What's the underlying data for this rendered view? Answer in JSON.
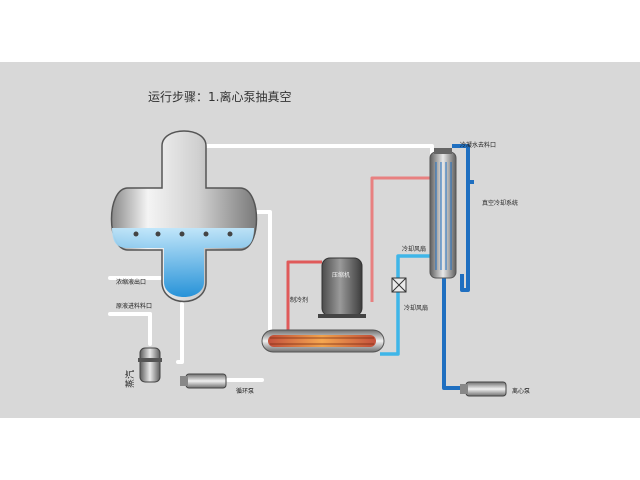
{
  "step_title": "运行步骤：1.离心泵抽真空",
  "labels": {
    "cooling_water_inlet": "冷凝水去料口",
    "vacuum_cooling_system": "真空冷却系统",
    "cooling_fan": "冷却风扇",
    "condenser_fan": "冷却风扇",
    "refrigerant": "制冷剂",
    "compressor": "压缩机",
    "concentrate_outlet": "浓缩液出口",
    "raw_liquid_inlet": "原液进料料口",
    "steam": "蒸汽",
    "circulation_pump": "循环泵",
    "centrifugal_pump": "离心泵"
  },
  "colors": {
    "background": "#d8d8d8",
    "white_pipe": "#ffffff",
    "hot_pipe": "#e05a5a",
    "light_blue_pipe": "#3fb6e8",
    "dark_blue_pipe": "#1f6fc0",
    "liquid": "#2fa4e8"
  }
}
